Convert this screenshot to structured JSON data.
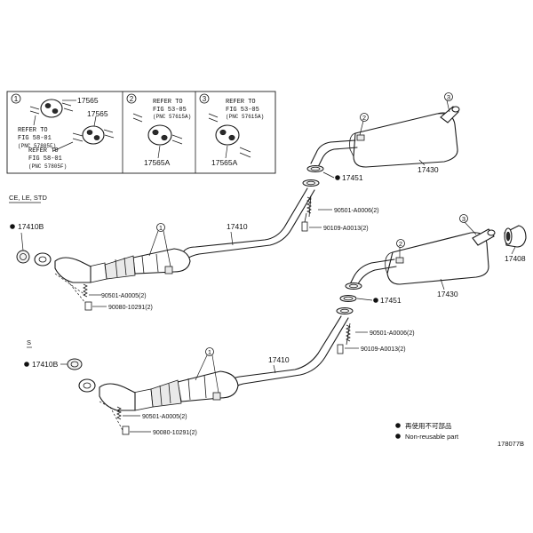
{
  "inset": {
    "panel1": {
      "circle": "1",
      "top_part": "17565",
      "mid_part": "17565",
      "refer1": [
        "REFER TO",
        "FIG 58-01",
        "(PNC 57805F)"
      ],
      "refer2": [
        "REFER TO",
        "FIG 58-01",
        "(PNC 57805F)"
      ]
    },
    "panel2": {
      "circle": "2",
      "refer": [
        "REFER TO",
        "FIG 53-05",
        "(PNC 57615A)"
      ],
      "part": "17565A"
    },
    "panel3": {
      "circle": "3",
      "refer": [
        "REFER TO",
        "FIG 53-05",
        "(PNC 57615A)"
      ],
      "part": "17565A"
    }
  },
  "variant_labels": {
    "upper": "CE, LE, STD",
    "lower": "S"
  },
  "upper": {
    "muffler": "17430",
    "gasket": "17451",
    "spring_bolt": "90501-A0006(2)",
    "bolt": "90109-A0013(2)",
    "pipe": "17410",
    "front_gasket": "17410B",
    "front_spring": "90501-A0005(2)",
    "front_bolt": "90080-10291(2)",
    "hanger_circle_muffler": "2",
    "hanger_circle_tail": "3",
    "hanger_circle_pipe": "1"
  },
  "lower": {
    "muffler": "17430",
    "gasket": "17451",
    "spring_bolt": "90501-A0006(2)",
    "bolt": "90109-A0013(2)",
    "pipe": "17410",
    "front_gasket": "17410B",
    "front_spring": "90501-A0005(2)",
    "front_bolt": "90080-10291(2)",
    "tip": "17408",
    "hanger_circle_muffler": "2",
    "hanger_circle_tail": "3",
    "hanger_circle_pipe": "1"
  },
  "legend": {
    "jp": "再使用不可部品",
    "en": "Non-reusable part"
  },
  "figure_id": "178077B"
}
